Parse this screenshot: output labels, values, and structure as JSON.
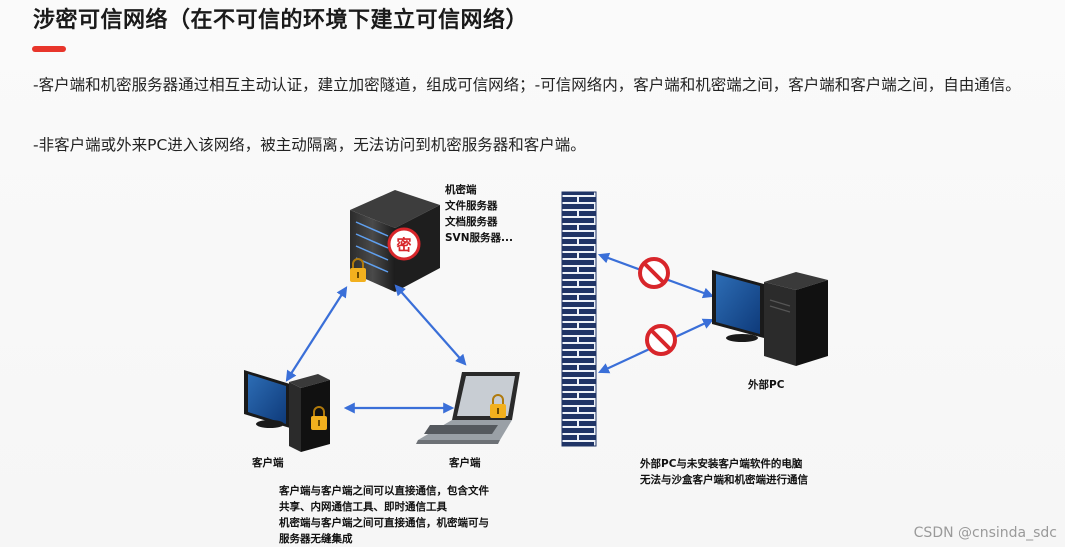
{
  "title": "涉密可信网络（在不可信的环境下建立可信网络）",
  "paragraphs": [
    "-客户端和机密服务器通过相互主动认证，建立加密隧道，组成可信网络；-可信网络内，客户端和机密端之间，客户端和客户端之间，自由通信。",
    "-非客户端或外来PC进入该网络，被主动隔离，无法访问到机密服务器和客户端。"
  ],
  "server": {
    "badge_char": "密",
    "labels": [
      "机密端",
      "文件服务器",
      "文档服务器",
      "SVN服务器..."
    ]
  },
  "client_left_label": "客户端",
  "client_right_label": "客户端",
  "client_note": [
    "客户端与客户端之间可以直接通信，包含文件",
    "共享、内网通信工具、即时通信工具",
    "机密端与客户端之间可直接通信，机密端可与",
    "服务器无缝集成"
  ],
  "external_pc_label": "外部PC",
  "external_note": [
    "外部PC与未安装客户端软件的电脑",
    "无法与沙盒客户端和机密端进行通信"
  ],
  "watermark": "CSDN @cnsinda_sdc",
  "colors": {
    "accent_red": "#e8352b",
    "arrow_blue": "#3a6fd8",
    "wall_navy": "#1f3466",
    "lock_gold": "#f2b01e",
    "forbid_red": "#d8262b"
  }
}
